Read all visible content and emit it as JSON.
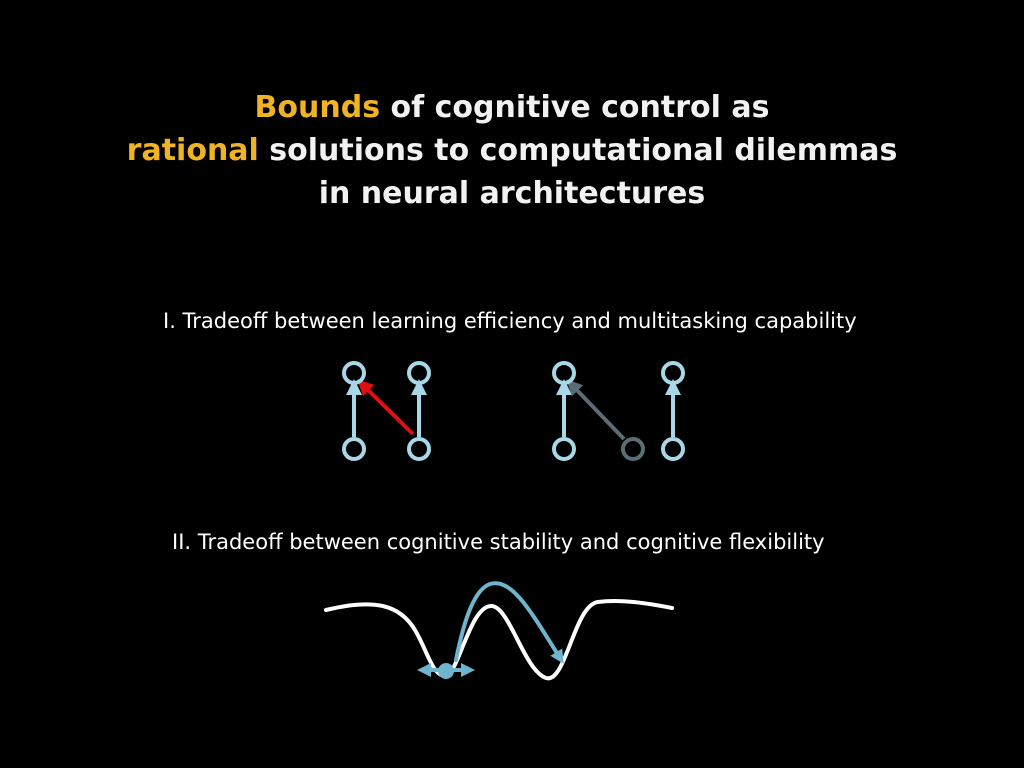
{
  "slide": {
    "title": {
      "line1_highlight": "Bounds",
      "line1_rest": " of cognitive control as",
      "line2_highlight": "rational",
      "line2_rest": " solutions to computational dilemmas",
      "line3": "in neural architectures"
    },
    "section1": {
      "label": "I. Tradeoff between learning efficiency and multitasking capability"
    },
    "section2": {
      "label": "II. Tradeoff between cognitive stability and cognitive flexibility"
    }
  },
  "colors": {
    "background": "#000000",
    "highlight": "#f0b323",
    "node": "#a8d8e8",
    "conflict": "#e01010",
    "shared": "#5a6c74",
    "arrow": "#6fb4cc"
  }
}
